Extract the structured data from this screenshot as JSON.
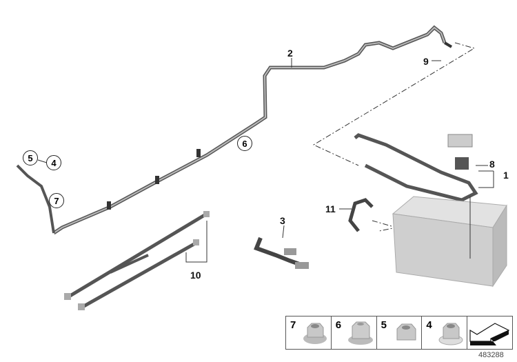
{
  "diagram": {
    "callouts": {
      "part_1": "1",
      "part_2": "2",
      "part_3": "3",
      "part_4": "4",
      "part_5": "5",
      "part_6": "6",
      "part_7": "7",
      "part_8": "8",
      "part_9": "9",
      "part_10": "10",
      "part_11": "11"
    },
    "legend": [
      {
        "label": "7",
        "icon": "flange-nut-icon"
      },
      {
        "label": "6",
        "icon": "cap-nut-icon"
      },
      {
        "label": "5",
        "icon": "hex-nut-icon"
      },
      {
        "label": "4",
        "icon": "flange-nut-icon"
      },
      {
        "label": "",
        "icon": "arrow-icon"
      }
    ],
    "document_number": "483288",
    "colors": {
      "cable": "#555555",
      "battery": "#cfcfcf",
      "nut": "#b8b8b8"
    }
  }
}
